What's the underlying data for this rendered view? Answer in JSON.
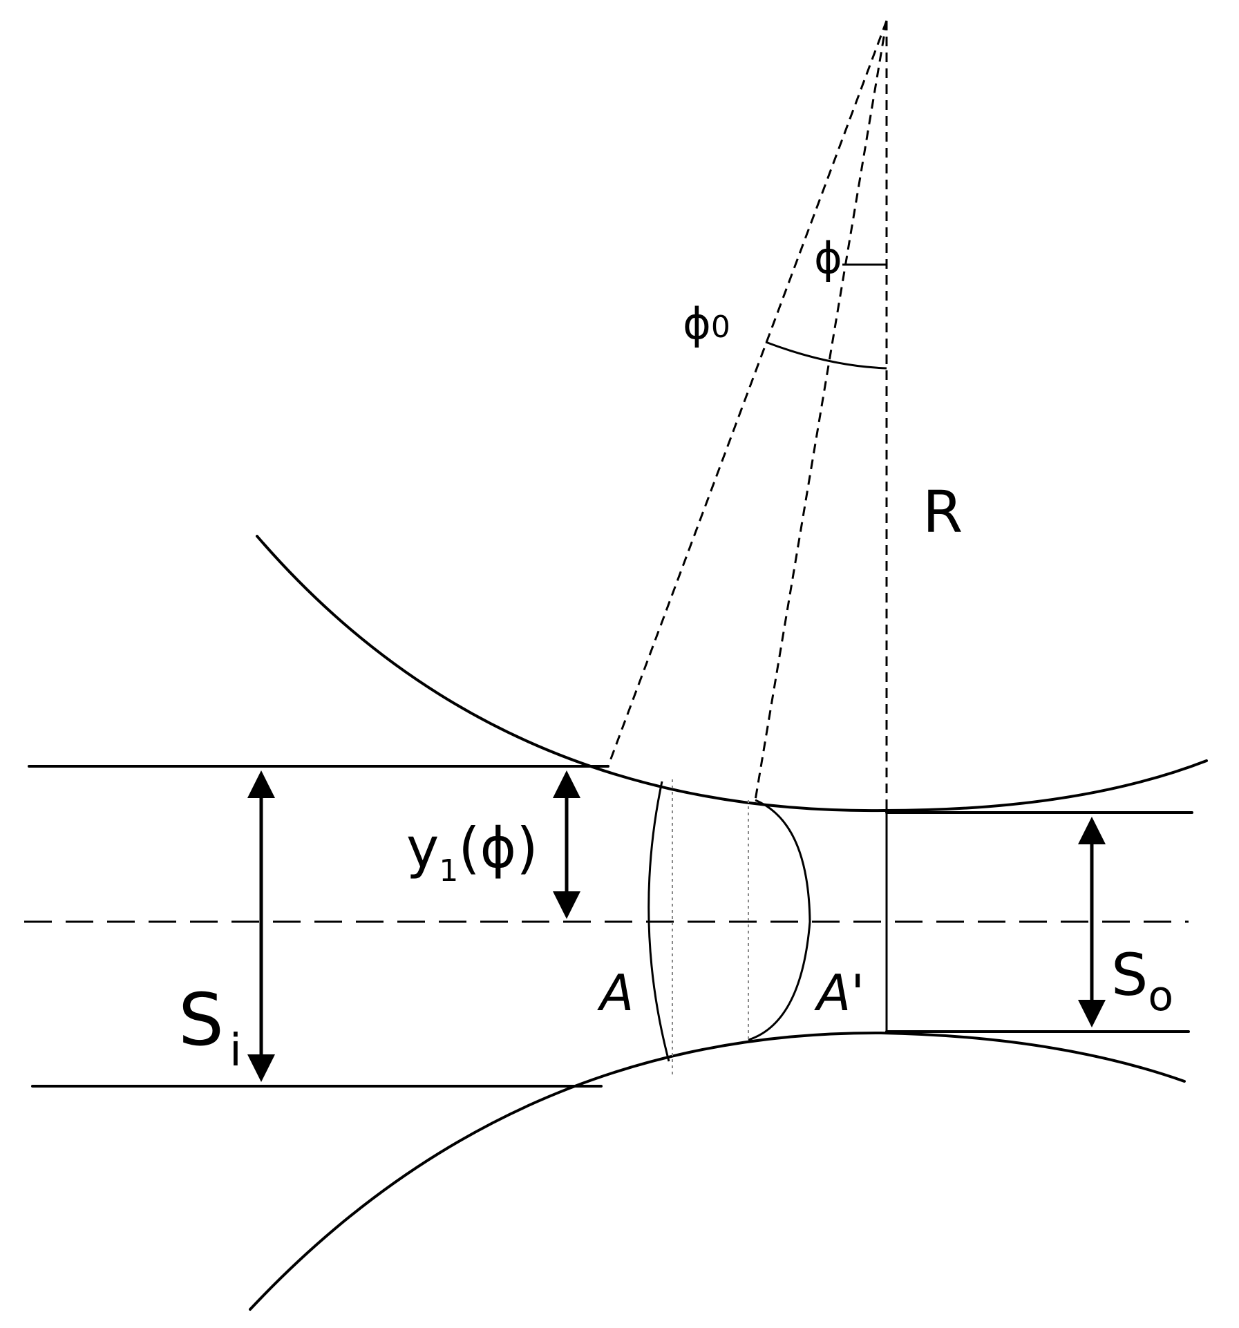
{
  "labels": {
    "phi": "ϕ",
    "phi0": "ϕ",
    "phi0_sub": "0",
    "R": "R",
    "y1_y": "y",
    "y1_sub": "1",
    "y1_arg": "(ϕ)",
    "A": "A",
    "A_prime": "A'",
    "Si_S": "S",
    "Si_sub": "i",
    "So_S": "S",
    "So_sub": "o"
  },
  "colors": {
    "ink": "#000000",
    "background": "#ffffff"
  }
}
